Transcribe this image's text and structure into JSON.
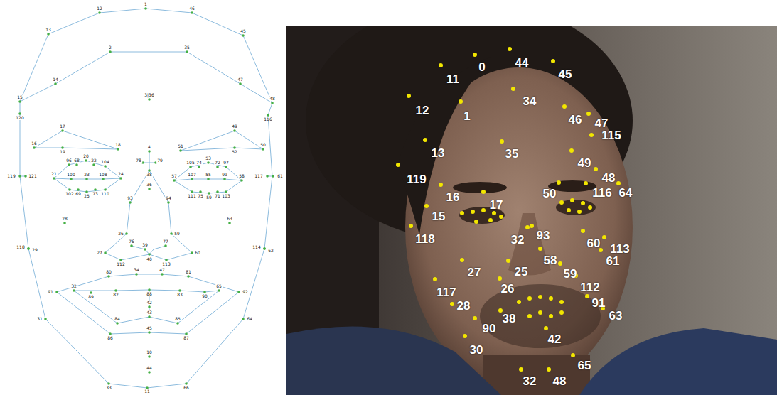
{
  "diagram": {
    "labels": [
      "12",
      "1",
      "46",
      "13",
      "45",
      "2",
      "35",
      "14",
      "47",
      "3|36",
      "15",
      "120",
      "48",
      "116",
      "17",
      "49",
      "16",
      "19",
      "18",
      "4",
      "51",
      "52",
      "50",
      "78",
      "79",
      "38",
      "20",
      "96",
      "68",
      "22",
      "104",
      "21",
      "100",
      "23",
      "108",
      "24",
      "102",
      "69",
      "25",
      "73",
      "110",
      "105",
      "74",
      "53",
      "72",
      "97",
      "57",
      "107",
      "55",
      "99",
      "58",
      "111",
      "75",
      "59",
      "71",
      "103",
      "119",
      "121",
      "117",
      "61",
      "36",
      "93",
      "94",
      "28",
      "63",
      "26",
      "59",
      "76",
      "77",
      "27",
      "112",
      "39",
      "40",
      "113",
      "60",
      "118",
      "29",
      "114",
      "62",
      "80",
      "34",
      "47",
      "81",
      "91",
      "32",
      "89",
      "82",
      "88",
      "83",
      "90",
      "65",
      "92",
      "42",
      "43",
      "84",
      "85",
      "86",
      "45",
      "87",
      "31",
      "64",
      "10",
      "44",
      "33",
      "11",
      "66",
      "0",
      "11",
      "44",
      "45",
      "34",
      "12",
      "1",
      "46",
      "47",
      "115",
      "13",
      "35",
      "49",
      "119",
      "48",
      "16",
      "17",
      "50",
      "116",
      "64",
      "15",
      "118",
      "32",
      "93",
      "60",
      "113",
      "61",
      "58",
      "27",
      "25",
      "59",
      "112",
      "117",
      "28",
      "26",
      "91",
      "63",
      "38",
      "90",
      "42",
      "30",
      "65",
      "32",
      "48"
    ]
  }
}
